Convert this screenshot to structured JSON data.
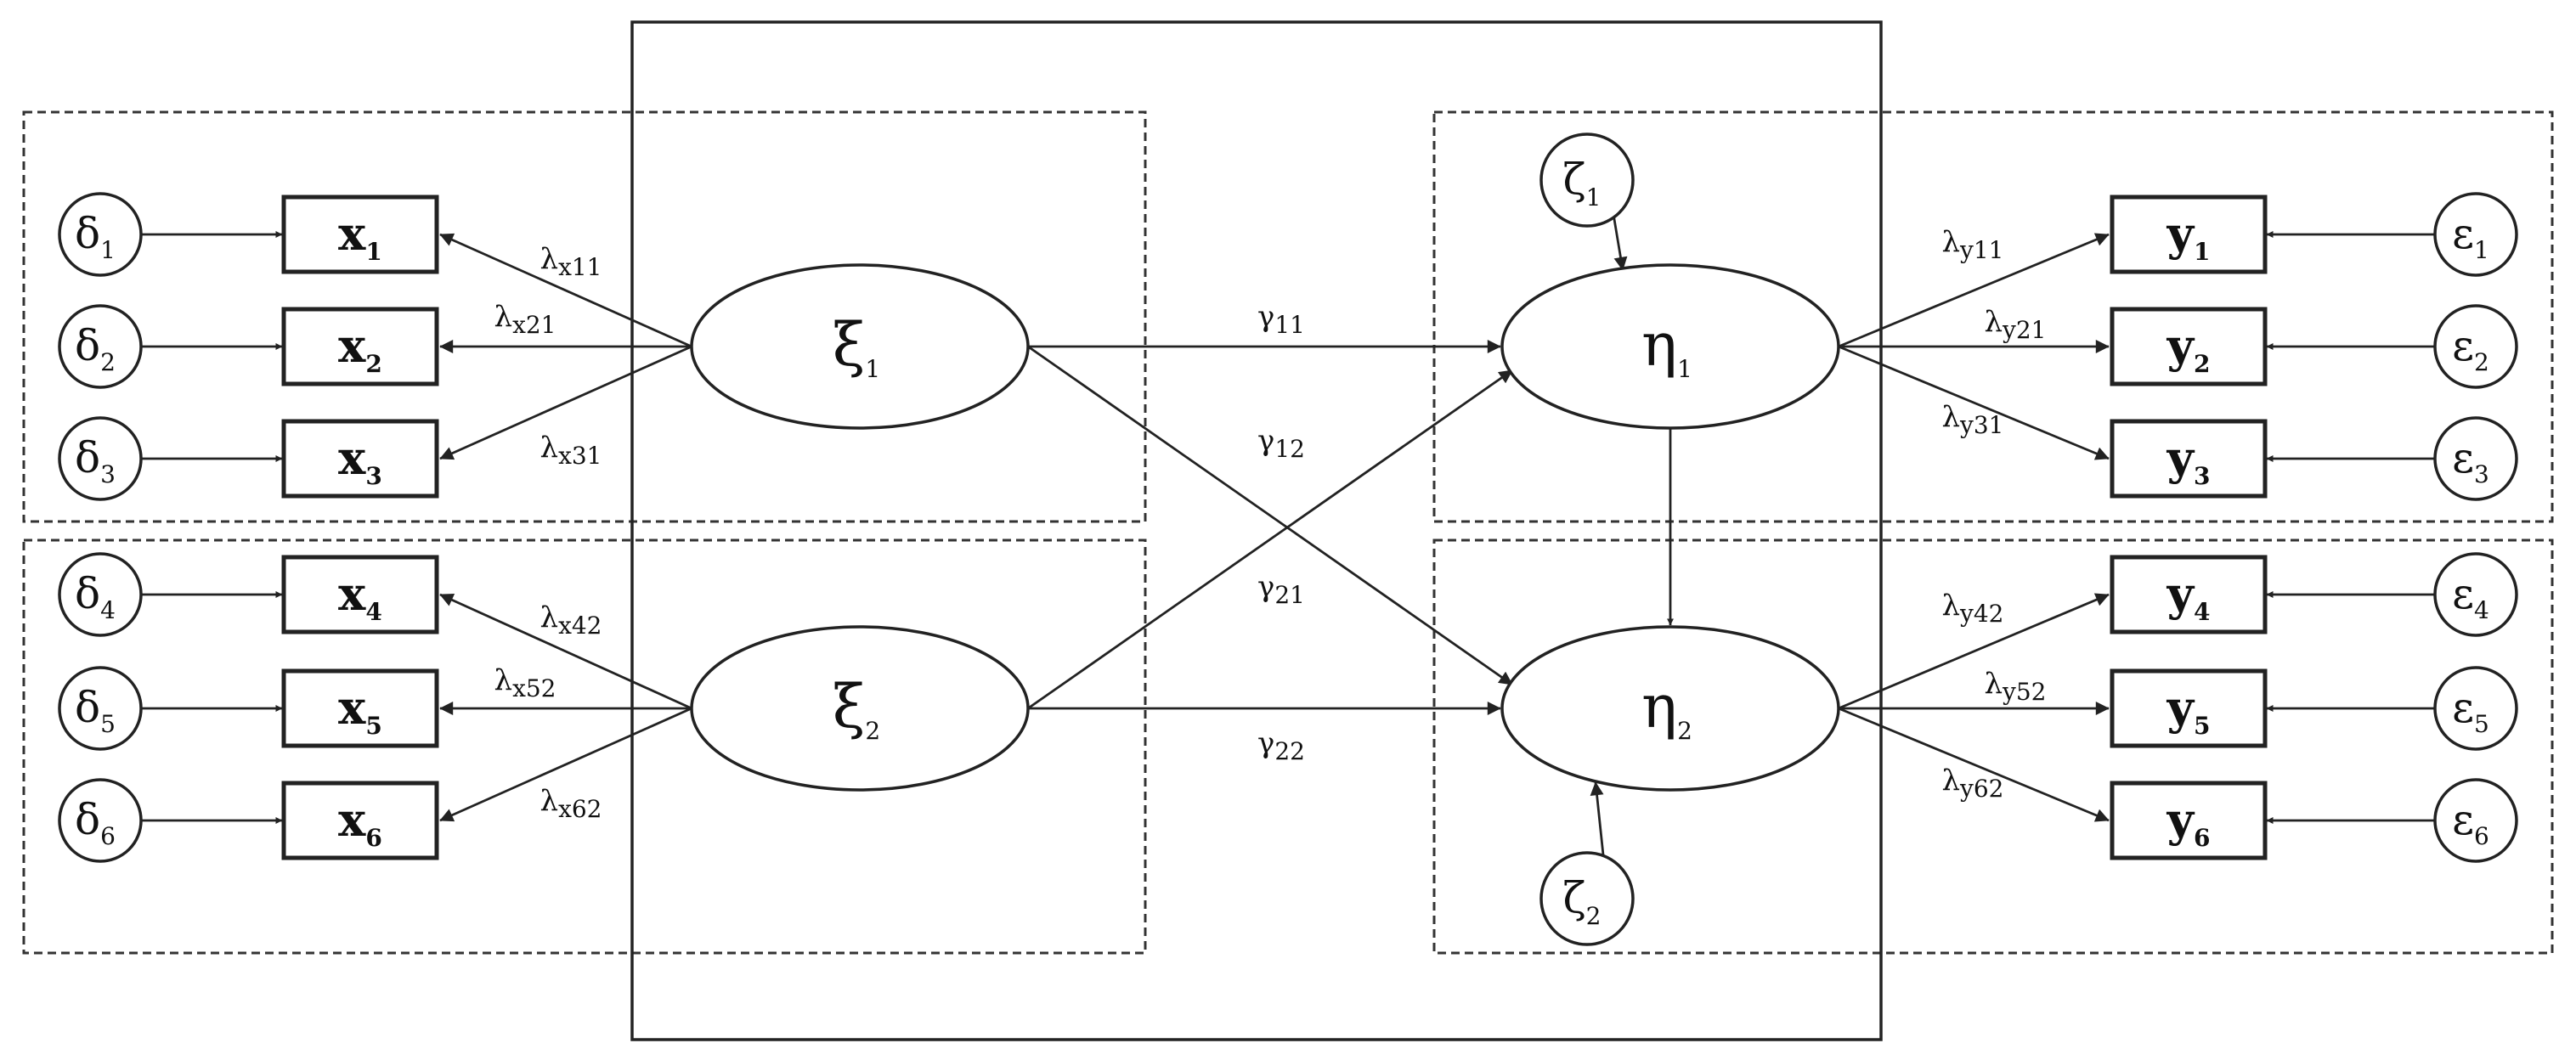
{
  "exogenous": {
    "latents": [
      {
        "id": "xi1",
        "label": "ξ",
        "sub": "1"
      },
      {
        "id": "xi2",
        "label": "ξ",
        "sub": "2"
      }
    ],
    "indicators": [
      {
        "id": "x1",
        "label": "x",
        "sub": "1",
        "error": {
          "label": "δ",
          "sub": "1"
        },
        "loading": {
          "sym": "λ",
          "sub": "x11"
        }
      },
      {
        "id": "x2",
        "label": "x",
        "sub": "2",
        "error": {
          "label": "δ",
          "sub": "2"
        },
        "loading": {
          "sym": "λ",
          "sub": "x21"
        }
      },
      {
        "id": "x3",
        "label": "x",
        "sub": "3",
        "error": {
          "label": "δ",
          "sub": "3"
        },
        "loading": {
          "sym": "λ",
          "sub": "x31"
        }
      },
      {
        "id": "x4",
        "label": "x",
        "sub": "4",
        "error": {
          "label": "δ",
          "sub": "4"
        },
        "loading": {
          "sym": "λ",
          "sub": "x42"
        }
      },
      {
        "id": "x5",
        "label": "x",
        "sub": "5",
        "error": {
          "label": "δ",
          "sub": "5"
        },
        "loading": {
          "sym": "λ",
          "sub": "x52"
        }
      },
      {
        "id": "x6",
        "label": "x",
        "sub": "6",
        "error": {
          "label": "δ",
          "sub": "6"
        },
        "loading": {
          "sym": "λ",
          "sub": "x62"
        }
      }
    ]
  },
  "endogenous": {
    "latents": [
      {
        "id": "eta1",
        "label": "η",
        "sub": "1",
        "disturbance": {
          "label": "ζ",
          "sub": "1"
        }
      },
      {
        "id": "eta2",
        "label": "η",
        "sub": "2",
        "disturbance": {
          "label": "ζ",
          "sub": "2"
        }
      }
    ],
    "indicators": [
      {
        "id": "y1",
        "label": "y",
        "sub": "1",
        "error": {
          "label": "ε",
          "sub": "1"
        },
        "loading": {
          "sym": "λ",
          "sub": "y11"
        }
      },
      {
        "id": "y2",
        "label": "y",
        "sub": "2",
        "error": {
          "label": "ε",
          "sub": "2"
        },
        "loading": {
          "sym": "λ",
          "sub": "y21"
        }
      },
      {
        "id": "y3",
        "label": "y",
        "sub": "3",
        "error": {
          "label": "ε",
          "sub": "3"
        },
        "loading": {
          "sym": "λ",
          "sub": "y31"
        }
      },
      {
        "id": "y4",
        "label": "y",
        "sub": "4",
        "error": {
          "label": "ε",
          "sub": "4"
        },
        "loading": {
          "sym": "λ",
          "sub": "y42"
        }
      },
      {
        "id": "y5",
        "label": "y",
        "sub": "5",
        "error": {
          "label": "ε",
          "sub": "5"
        },
        "loading": {
          "sym": "λ",
          "sub": "y52"
        }
      },
      {
        "id": "y6",
        "label": "y",
        "sub": "6",
        "error": {
          "label": "ε",
          "sub": "6"
        },
        "loading": {
          "sym": "λ",
          "sub": "y62"
        }
      }
    ]
  },
  "structural_paths": [
    {
      "sym": "γ",
      "sub": "11"
    },
    {
      "sym": "γ",
      "sub": "12"
    },
    {
      "sym": "γ",
      "sub": "21"
    },
    {
      "sym": "γ",
      "sub": "22"
    }
  ]
}
